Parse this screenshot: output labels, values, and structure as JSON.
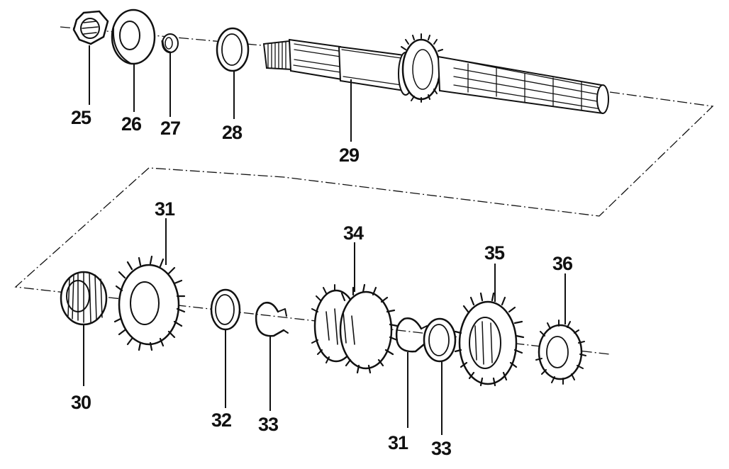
{
  "diagram": {
    "labels": [
      {
        "id": "25",
        "text": "25"
      },
      {
        "id": "26",
        "text": "26"
      },
      {
        "id": "27",
        "text": "27"
      },
      {
        "id": "28",
        "text": "28"
      },
      {
        "id": "29",
        "text": "29"
      },
      {
        "id": "30",
        "text": "30"
      },
      {
        "id": "31a",
        "text": "31"
      },
      {
        "id": "32",
        "text": "32"
      },
      {
        "id": "33a",
        "text": "33"
      },
      {
        "id": "34",
        "text": "34"
      },
      {
        "id": "31b",
        "text": "31"
      },
      {
        "id": "33b",
        "text": "33"
      },
      {
        "id": "35",
        "text": "35"
      },
      {
        "id": "36",
        "text": "36"
      }
    ]
  }
}
